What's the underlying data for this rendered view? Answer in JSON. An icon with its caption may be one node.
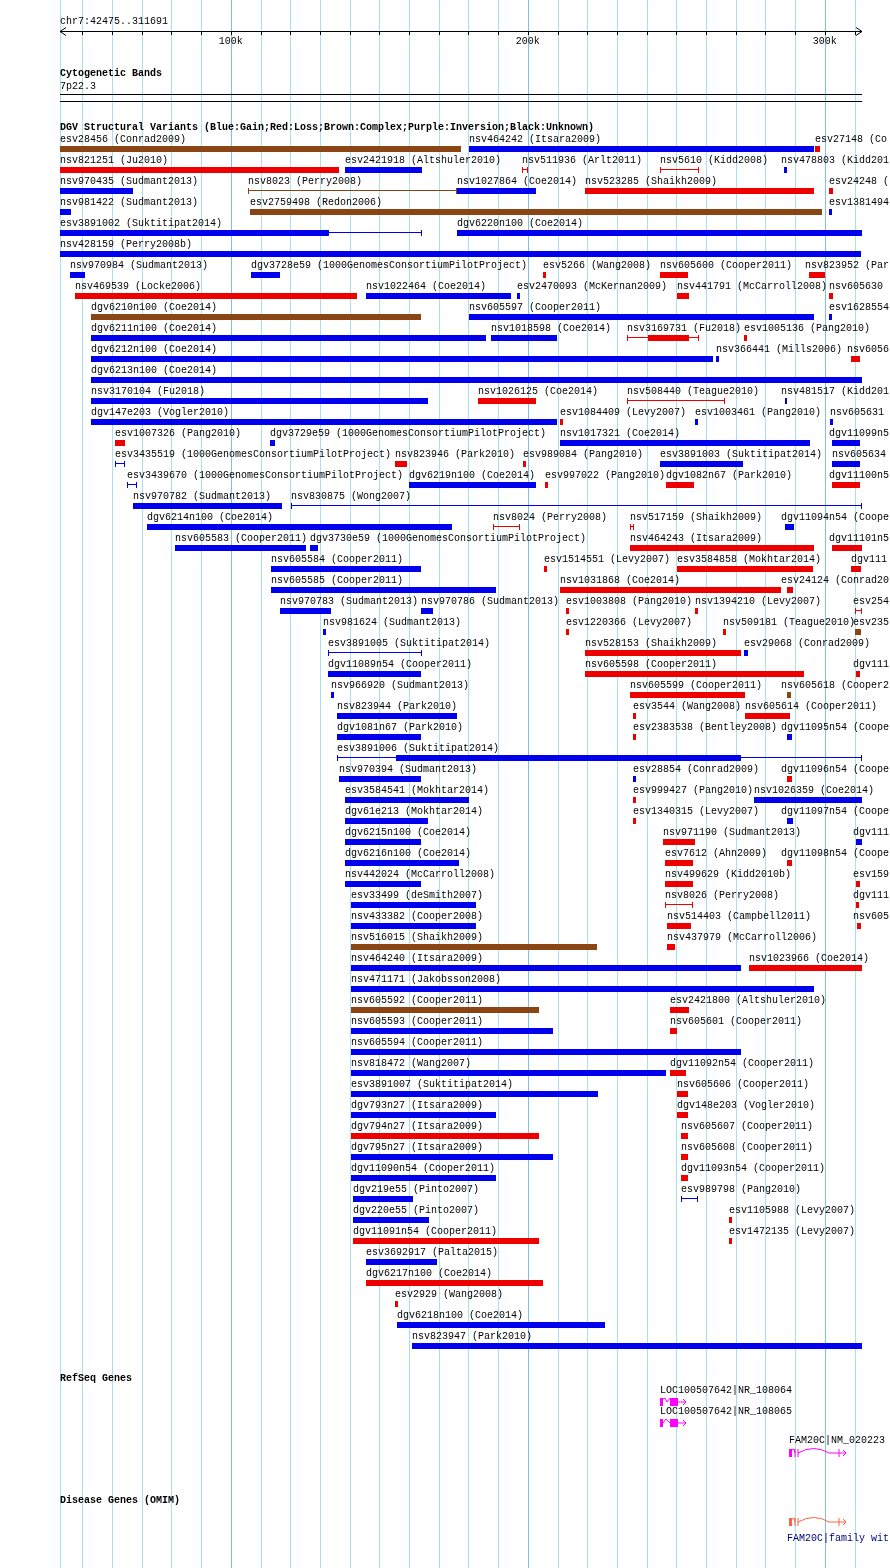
{
  "diagram": {
    "nodes": [
      {
        "text": [
          "esv28456 (Conrad2009)"
        ]
      },
      {
        "text": [
          "nsv464242 (Itsara2009)"
        ]
      },
      {
        "text": [
          "esv27148 (Co"
        ]
      },
      {
        "text": [
          "nsv821251 (Ju2010)"
        ]
      },
      {
        "text": [
          "esv2421918 (Altshuler2010)"
        ]
      },
      {
        "text": [
          "nsv511936 (Arlt2011)"
        ]
      },
      {
        "text": [
          "nsv5610 (Kidd2008)"
        ]
      },
      {
        "text": [
          "nsv478803 (Kidd201"
        ]
      },
      {
        "text": [
          "nsv970435 (Sudmant2013)"
        ]
      },
      {
        "text": [
          "nsv8023 (Perry2008)"
        ]
      },
      {
        "text": [
          "nsv1027864 (Coe2014)"
        ]
      },
      {
        "text": [
          "nsv523285 (Shaikh2009)"
        ]
      },
      {
        "text": [
          "esv24248 ("
        ]
      },
      {
        "text": [
          "nsv981422 (Sudmant2013)"
        ]
      },
      {
        "text": [
          "esv2759498 (Redon2006)"
        ]
      },
      {
        "text": [
          "esv1381494"
        ]
      },
      {
        "text": [
          "esv3891002 (Suktitipat2014)"
        ]
      },
      {
        "text": [
          "dgv6220n100 (Coe2014)"
        ]
      },
      {
        "text": [
          "nsv428159 (Perry2008b)"
        ]
      },
      {
        "text": [
          "nsv970984 (Sudmant2013)"
        ]
      },
      {
        "text": [
          "dgv3728e59 (1000GenomesConsortiumPilotProject)"
        ]
      },
      {
        "text": [
          "esv5266 (Wang2008)"
        ]
      },
      {
        "text": [
          "nsv605600 (Cooper2011)"
        ]
      },
      {
        "text": [
          "nsv823952 (Par"
        ]
      },
      {
        "text": [
          "nsv469539 (Locke2006)"
        ]
      },
      {
        "text": [
          "nsv1022464 (Coe2014)"
        ]
      },
      {
        "text": [
          "esv2470093 (McKernan2009)"
        ]
      },
      {
        "text": [
          "nsv441791 (McCarroll2008)"
        ]
      },
      {
        "text": [
          "nsv605630"
        ]
      },
      {
        "text": [
          "dgv6210n100 (Coe2014)"
        ]
      },
      {
        "text": [
          "nsv605597 (Cooper2011)"
        ]
      },
      {
        "text": [
          "esv1628554"
        ]
      },
      {
        "text": [
          "dgv6211n100 (Coe2014)"
        ]
      },
      {
        "text": [
          "nsv1018598 (Coe2014)"
        ]
      },
      {
        "text": [
          "nsv3169731 (Fu2018)"
        ]
      },
      {
        "text": [
          "esv1005136 (Pang2010)"
        ]
      },
      {
        "text": [
          "dgv6212n100 (Coe2014)"
        ]
      },
      {
        "text": [
          "nsv366441 (Mills2006)"
        ]
      },
      {
        "text": [
          "nsv6056"
        ]
      },
      {
        "text": [
          "dgv6213n100 (Coe2014)"
        ]
      },
      {
        "text": [
          "nsv3170104 (Fu2018)"
        ]
      },
      {
        "text": [
          "nsv1026125 (Coe2014)"
        ]
      },
      {
        "text": [
          "nsv508440 (Teague2010)"
        ]
      },
      {
        "text": [
          "nsv481517 (Kidd201"
        ]
      },
      {
        "text": [
          "dgv147e203 (Vogler2010)"
        ]
      },
      {
        "text": [
          "esv1084409 (Levy2007)"
        ]
      },
      {
        "text": [
          "esv1003461 (Pang2010)"
        ]
      },
      {
        "text": [
          "nsv605631"
        ]
      },
      {
        "text": [
          "esv1007326 (Pang2010)"
        ]
      },
      {
        "text": [
          "dgv3729e59 (1000GenomesConsortiumPilotProject)"
        ]
      },
      {
        "text": [
          "nsv1017321 (Coe2014)"
        ]
      },
      {
        "text": [
          "dgv11099n5"
        ]
      },
      {
        "text": [
          "esv3435519 (1000GenomesConsortiumPilotProject)"
        ]
      },
      {
        "text": [
          "nsv823946 (Park2010)"
        ]
      },
      {
        "text": [
          "esv989084 (Pang2010)"
        ]
      },
      {
        "text": [
          "esv3891003 (Suktitipat2014)"
        ]
      },
      {
        "text": [
          "nsv605634"
        ]
      },
      {
        "text": [
          "esv3439670 (1000GenomesConsortiumPilotProject)"
        ]
      },
      {
        "text": [
          "dgv6219n100 (Coe2014)"
        ]
      },
      {
        "text": [
          "esv997022 (Pang2010)"
        ]
      },
      {
        "text": [
          "dgv1082n67 (Park2010)"
        ]
      },
      {
        "text": [
          "dgv11100n5"
        ]
      },
      {
        "text": [
          "nsv970782 (Sudmant2013)"
        ]
      },
      {
        "text": [
          "nsv830875 (Wong2007)"
        ]
      },
      {
        "text": [
          "dgv6214n100 (Coe2014)"
        ]
      },
      {
        "text": [
          "nsv8024 (Perry2008)"
        ]
      },
      {
        "text": [
          "nsv517159 (Shaikh2009)"
        ]
      },
      {
        "text": [
          "dgv11094n54 (Coope"
        ]
      },
      {
        "text": [
          "nsv605583 (Cooper2011)"
        ]
      },
      {
        "text": [
          "dgv3730e59 (1000GenomesConsortiumPilotProject)"
        ]
      },
      {
        "text": [
          "nsv464243 (Itsara2009)"
        ]
      },
      {
        "text": [
          "dgv11101n5"
        ]
      },
      {
        "text": [
          "nsv605584 (Cooper2011)"
        ]
      },
      {
        "text": [
          "esv1514551 (Levy2007)"
        ]
      },
      {
        "text": [
          "esv3584858 (Mokhtar2014)"
        ]
      },
      {
        "text": [
          "dgv111"
        ]
      },
      {
        "text": [
          "nsv605585 (Cooper2011)"
        ]
      },
      {
        "text": [
          "nsv1031868 (Coe2014)"
        ]
      },
      {
        "text": [
          "esv24124 (Conrad20"
        ]
      },
      {
        "text": [
          "nsv970783 (Sudmant2013)"
        ]
      },
      {
        "text": [
          "nsv970786 (Sudmant2013)"
        ]
      },
      {
        "text": [
          "esv1003808 (Pang2010)"
        ]
      },
      {
        "text": [
          "nsv1394210 (Levy2007)"
        ]
      },
      {
        "text": [
          "esv254"
        ]
      },
      {
        "text": [
          "nsv981624 (Sudmant2013)"
        ]
      },
      {
        "text": [
          "esv1220366 (Levy2007)"
        ]
      },
      {
        "text": [
          "nsv509181 (Teague2010)"
        ]
      },
      {
        "text": [
          "esv235"
        ]
      },
      {
        "text": [
          "esv3891005 (Suktitipat2014)"
        ]
      },
      {
        "text": [
          "nsv528153 (Shaikh2009)"
        ]
      },
      {
        "text": [
          "esv29068 (Conrad2009)"
        ]
      },
      {
        "text": [
          "dgv11089n54 (Cooper2011)"
        ]
      },
      {
        "text": [
          "nsv605598 (Cooper2011)"
        ]
      },
      {
        "text": [
          "dgv111"
        ]
      },
      {
        "text": [
          "nsv966920 (Sudmant2013)"
        ]
      },
      {
        "text": [
          "nsv605599 (Cooper2011)"
        ]
      },
      {
        "text": [
          "nsv605618 (Cooper2"
        ]
      },
      {
        "text": [
          "nsv823944 (Park2010)"
        ]
      },
      {
        "text": [
          "esv3544 (Wang2008)"
        ]
      },
      {
        "text": [
          "nsv605614 (Cooper2011)"
        ]
      },
      {
        "text": [
          "dgv1081n67 (Park2010)"
        ]
      },
      {
        "text": [
          "esv2383538 (Bentley2008)"
        ]
      },
      {
        "text": [
          "dgv11095n54 (Coope"
        ]
      },
      {
        "text": [
          "esv3891006 (Suktitipat2014)"
        ]
      },
      {
        "text": [
          "nsv970394 (Sudmant2013)"
        ]
      },
      {
        "text": [
          "esv28854 (Conrad2009)"
        ]
      },
      {
        "text": [
          "dgv11096n54 (Coope"
        ]
      },
      {
        "text": [
          "esv3584541 (Mokhtar2014)"
        ]
      },
      {
        "text": [
          "esv999427 (Pang2010)"
        ]
      },
      {
        "text": [
          "nsv1026359 (Coe2014)"
        ]
      },
      {
        "text": [
          "dgv61e213 (Mokhtar2014)"
        ]
      },
      {
        "text": [
          "esv1340315 (Levy2007)"
        ]
      },
      {
        "text": [
          "dgv11097n54 (Coope"
        ]
      },
      {
        "text": [
          "dgv6215n100 (Coe2014)"
        ]
      },
      {
        "text": [
          "nsv971190 (Sudmant2013)"
        ]
      },
      {
        "text": [
          "dgv111"
        ]
      },
      {
        "text": [
          "dgv6216n100 (Coe2014)"
        ]
      },
      {
        "text": [
          "esv7612 (Ahn2009)"
        ]
      },
      {
        "text": [
          "dgv11098n54 (Coope"
        ]
      },
      {
        "text": [
          "nsv442024 (McCarroll2008)"
        ]
      },
      {
        "text": [
          "nsv499629 (Kidd2010b)"
        ]
      },
      {
        "text": [
          "esv159"
        ]
      },
      {
        "text": [
          "esv33499 (deSmith2007)"
        ]
      },
      {
        "text": [
          "nsv8026 (Perry2008)"
        ]
      },
      {
        "text": [
          "dgv111"
        ]
      },
      {
        "text": [
          "nsv433382 (Cooper2008)"
        ]
      },
      {
        "text": [
          "nsv514403 (Campbell2011)"
        ]
      },
      {
        "text": [
          "nsv605"
        ]
      },
      {
        "text": [
          "nsv516015 (Shaikh2009)"
        ]
      },
      {
        "text": [
          "nsv437979 (McCarroll2006)"
        ]
      },
      {
        "text": [
          "nsv464240 (Itsara2009)"
        ]
      },
      {
        "text": [
          "nsv1023966 (Coe2014)"
        ]
      },
      {
        "text": [
          "nsv471171 (Jakobsson2008)"
        ]
      },
      {
        "text": [
          "nsv605592 (Cooper2011)"
        ]
      },
      {
        "text": [
          "esv2421800 (Altshuler2010)"
        ]
      },
      {
        "text": [
          "nsv605593 (Cooper2011)"
        ]
      },
      {
        "text": [
          "nsv605601 (Cooper2011)"
        ]
      },
      {
        "text": [
          "nsv605594 (Cooper2011)"
        ]
      },
      {
        "text": [
          "nsv818472 (Wang2007)"
        ]
      },
      {
        "text": [
          "dgv11092n54 (Cooper2011)"
        ]
      },
      {
        "text": [
          "esv3891007 (Suktitipat2014)"
        ]
      },
      {
        "text": [
          "nsv605606 (Cooper2011)"
        ]
      },
      {
        "text": [
          "dgv793n27 (Itsara2009)"
        ]
      },
      {
        "text": [
          "dgv148e203 (Vogler2010)"
        ]
      },
      {
        "text": [
          "dgv794n27 (Itsara2009)"
        ]
      },
      {
        "text": [
          "nsv605607 (Cooper2011)"
        ]
      },
      {
        "text": [
          "dgv795n27 (Itsara2009)"
        ]
      },
      {
        "text": [
          "nsv605608 (Cooper2011)"
        ]
      },
      {
        "text": [
          "dgv11090n54 (Cooper2011)"
        ]
      },
      {
        "text": [
          "dgv11093n54 (Cooper2011)"
        ]
      },
      {
        "text": [
          "dgv219e55 (Pinto2007)"
        ]
      },
      {
        "text": [
          "esv989798 (Pang2010)"
        ]
      },
      {
        "text": [
          "dgv220e55 (Pinto2007)"
        ]
      },
      {
        "text": [
          "esv1105988 (Levy2007)"
        ]
      },
      {
        "text": [
          "dgv11091n54 (Cooper2011)"
        ]
      },
      {
        "text": [
          "esv1472135 (Levy2007)"
        ]
      },
      {
        "text": [
          "esv3692917 (Palta2015)"
        ]
      },
      {
        "text": [
          "dgv6217n100 (Coe2014)"
        ]
      },
      {
        "text": [
          "esv2929 (Wang2008)"
        ]
      },
      {
        "text": [
          "dgv6218n100 (Coe2014)"
        ]
      },
      {
        "text": [
          "nsv823947 (Park2010)"
        ]
      },
      {
        "text": [
          "LOC100507642|NR_108064"
        ]
      },
      {
        "text": [
          "LOC100507642|NR_108065"
        ]
      },
      {
        "text": [
          "FAM20C|NM_020223"
        ]
      },
      {
        "text": [
          "FAM20C|family wit"
        ]
      }
    ],
    "labels": [
      "chr7:42475..311691",
      "100k",
      "200k",
      "300k",
      "Cytogenetic Bands",
      "7p22.3",
      "DGV Structural Variants (Blue:Gain;Red:Loss;Brown:Complex;Purple:Inversion;Black:Unknown)",
      "RefSeq Genes",
      "Disease Genes (OMIM)"
    ]
  }
}
